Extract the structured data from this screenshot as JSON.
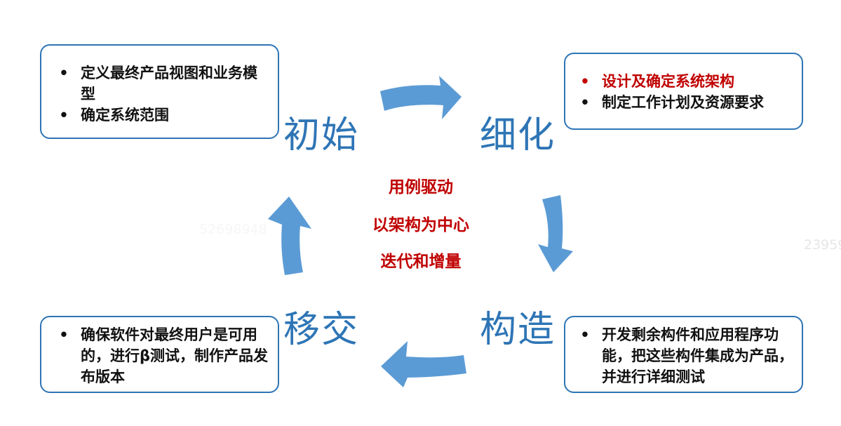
{
  "diagram": {
    "type": "cycle",
    "colors": {
      "phase_label": "#2e75b6",
      "box_border": "#2e75b6",
      "arrow": "#5b9bd5",
      "highlight": "#c00000",
      "body_text": "#111111"
    },
    "phases": [
      {
        "id": "initial",
        "label": "初始",
        "bullets": [
          {
            "text": "定义最终产品视图和业务模型",
            "highlight": false
          },
          {
            "text": "确定系统范围",
            "highlight": false
          }
        ]
      },
      {
        "id": "elaboration",
        "label": "细化",
        "bullets": [
          {
            "text": "设计及确定系统架构",
            "highlight": true
          },
          {
            "text": "制定工作计划及资源要求",
            "highlight": false
          }
        ]
      },
      {
        "id": "construction",
        "label": "构造",
        "bullets": [
          {
            "text": "开发剩余构件和应用程序功能，把这些构件集成为产品，并进行详细测试",
            "highlight": false
          }
        ]
      },
      {
        "id": "transition",
        "label": "移交",
        "bullets": [
          {
            "text": "确保软件对最终用户是可用的，进行β测试，制作产品发布版本",
            "highlight": false
          }
        ]
      }
    ],
    "principles": [
      "用例驱动",
      "以架构为中心",
      "迭代和增量"
    ],
    "bullet_glyph": "•",
    "arrows": [
      {
        "from": "initial",
        "to": "elaboration",
        "direction": "right",
        "icon": "curved-arrow-right-icon"
      },
      {
        "from": "elaboration",
        "to": "construction",
        "direction": "down",
        "icon": "curved-arrow-down-icon"
      },
      {
        "from": "construction",
        "to": "transition",
        "direction": "left",
        "icon": "curved-arrow-left-icon"
      },
      {
        "from": "transition",
        "to": "initial",
        "direction": "up",
        "icon": "curved-arrow-up-icon"
      }
    ]
  },
  "watermarks": [
    "23959",
    "52698948"
  ]
}
